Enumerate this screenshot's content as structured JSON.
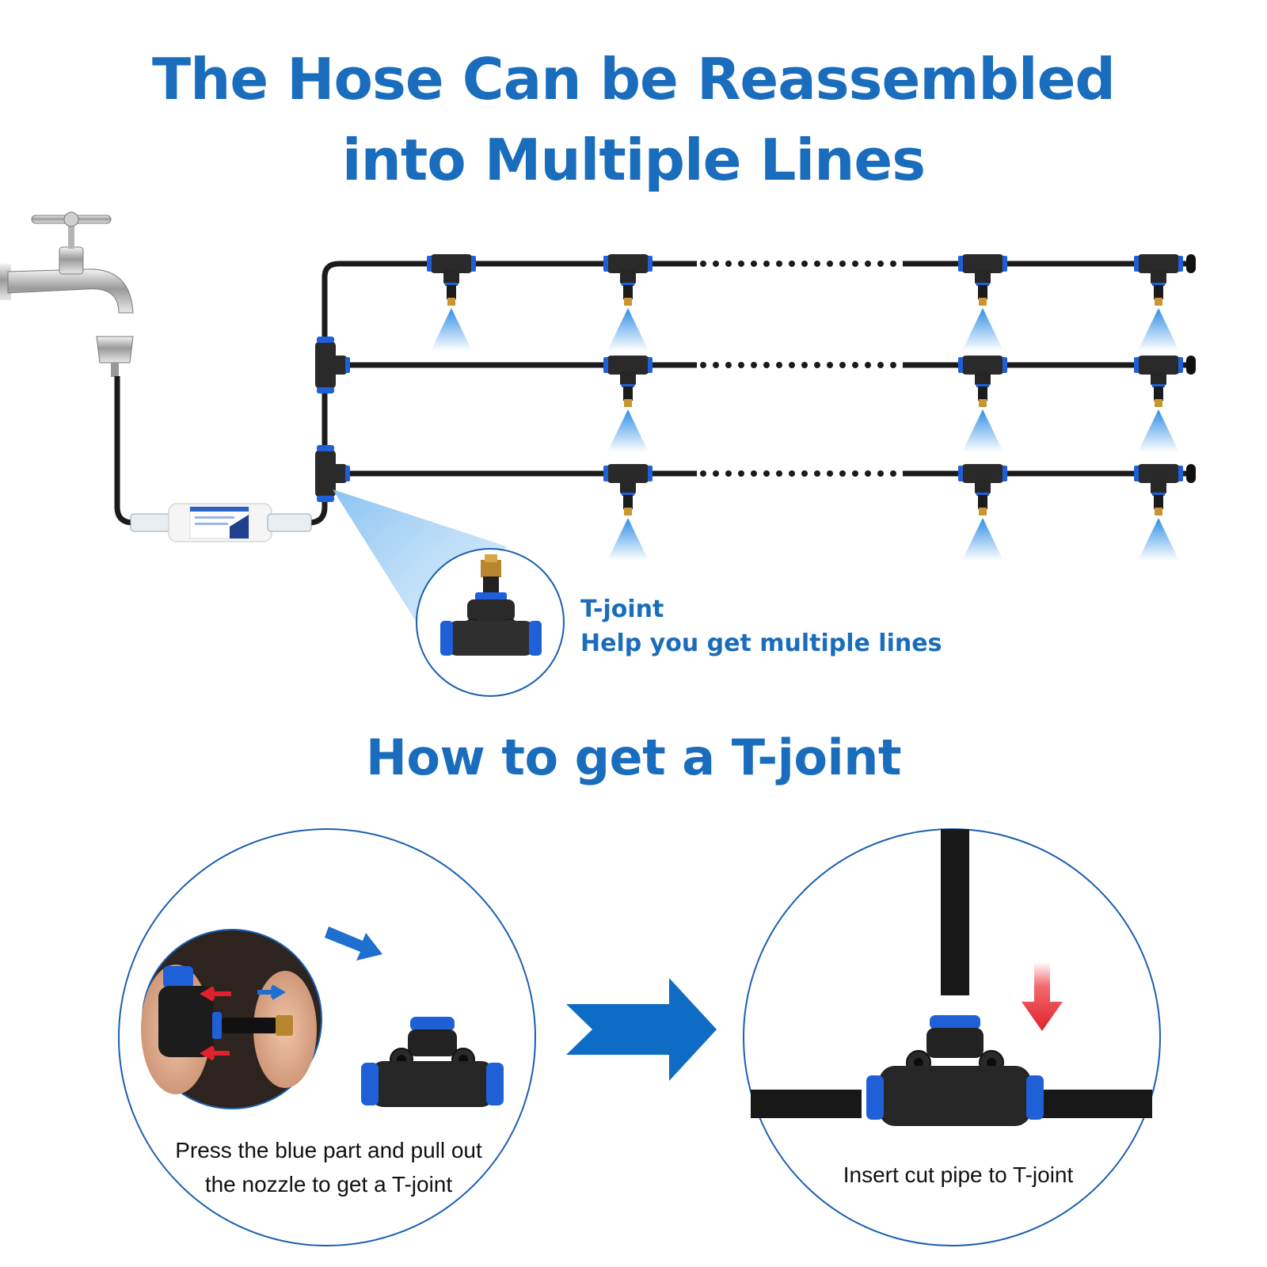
{
  "titles": {
    "main_line1": "The Hose Can be Reassembled",
    "main_line2": "into Multiple Lines",
    "section": "How to get a T-joint"
  },
  "callout": {
    "title": "T-joint",
    "description": "Help you get multiple lines"
  },
  "steps": {
    "step1_line1": "Press the blue part and pull out",
    "step1_line2": "the nozzle to get a T-joint",
    "step2": "Insert cut pipe to T-joint"
  },
  "colors": {
    "title_blue": "#1a6dbd",
    "fitting_blue": "#1f5fd8",
    "arrow_blue": "#0f6cc4",
    "arrow_red": "#e0212b",
    "pipe_black": "#1b1b1b",
    "spray_blue": "#4aa3ea"
  },
  "icons": [
    "faucet-icon",
    "hose-connector-icon",
    "water-filter-icon",
    "t-joint-icon",
    "mist-nozzle-icon",
    "spray-cone-icon",
    "arrow-right-icon"
  ]
}
